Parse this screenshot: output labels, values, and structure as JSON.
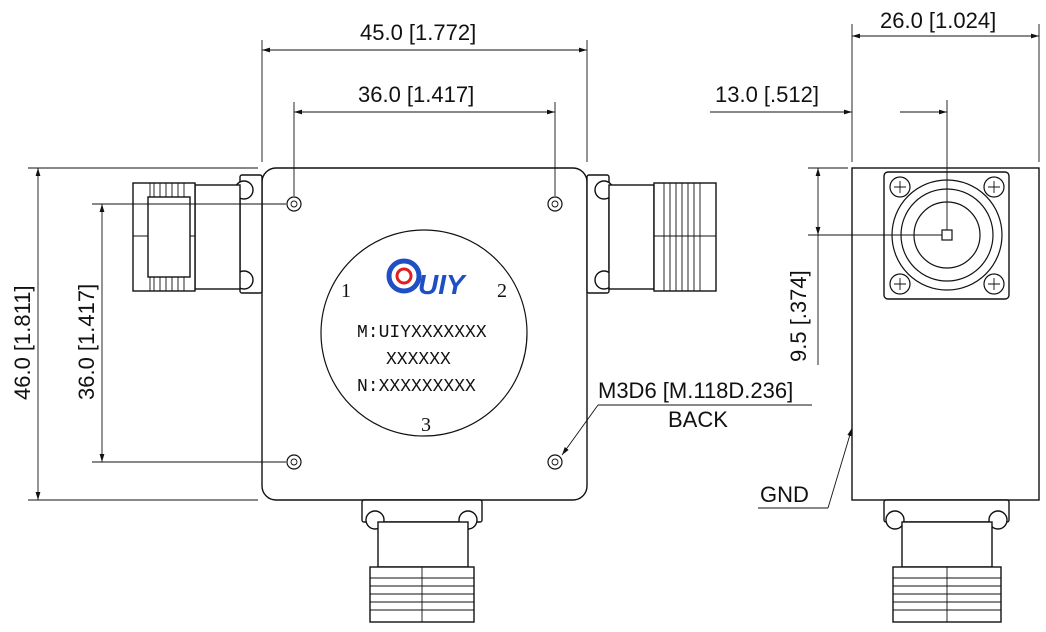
{
  "dimensions": {
    "width_overall": "45.0 [1.772]",
    "width_holes": "36.0 [1.417]",
    "height_overall": "46.0 [1.811]",
    "height_holes": "36.0 [1.417]",
    "side_width": "26.0 [1.024]",
    "side_half": "13.0 [.512]",
    "side_height": "9.5 [.374]"
  },
  "label": {
    "port1": "1",
    "port2": "2",
    "port3": "3",
    "model": "M:UIYXXXXXXX",
    "sub": "XXXXXX",
    "serial": "N:XXXXXXXXX",
    "logo_text": "UIY"
  },
  "callouts": {
    "hole": "M3D6 [M.118D.236]",
    "hole_note": "BACK",
    "ground": "GND"
  },
  "colors": {
    "logo_blue": "#1f4fc4",
    "logo_red": "#e02020"
  }
}
